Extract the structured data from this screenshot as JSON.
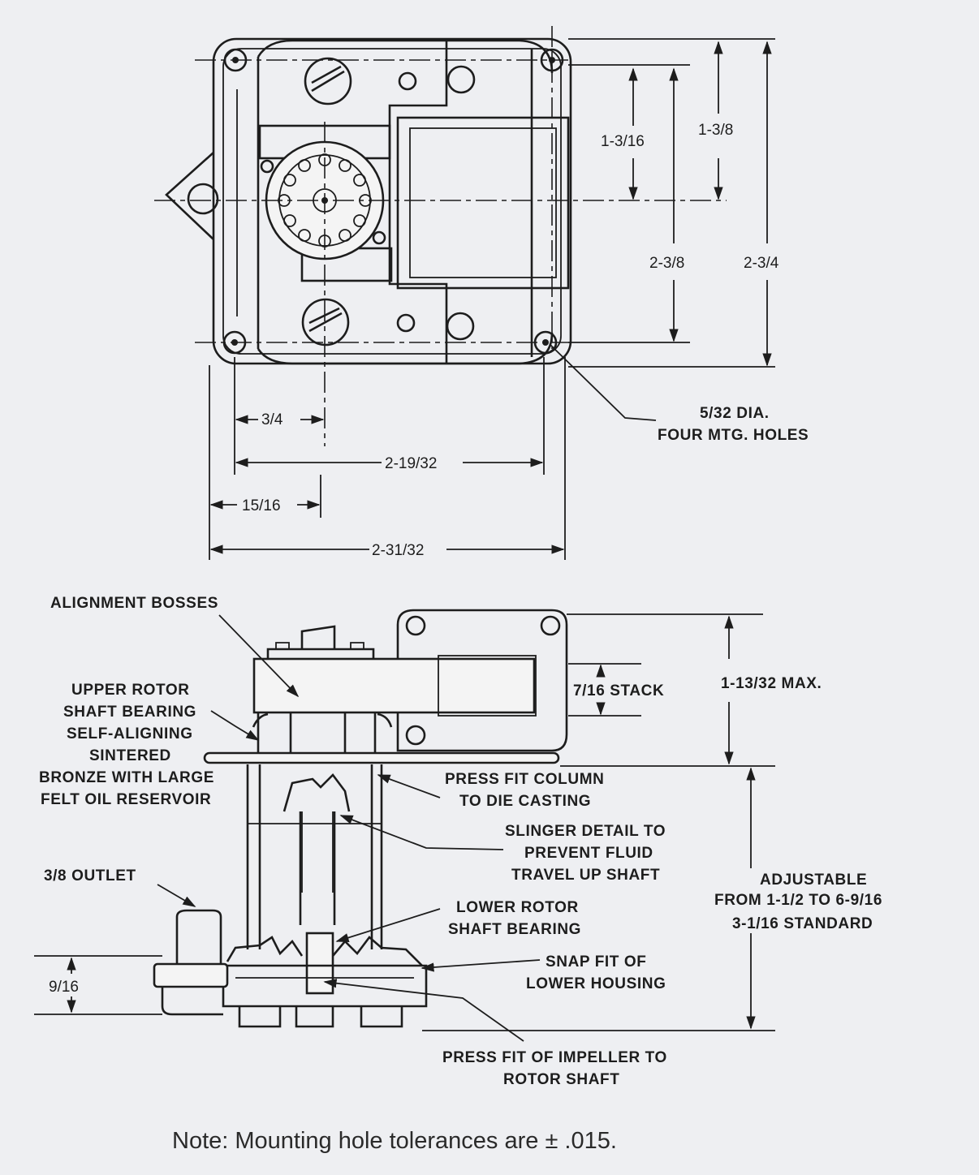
{
  "top_view": {
    "dims": {
      "d_1_3_16": "1-3/16",
      "d_1_3_8": "1-3/8",
      "d_2_3_8": "2-3/8",
      "d_2_3_4": "2-3/4",
      "d_3_4": "3/4",
      "d_2_19_32": "2-19/32",
      "d_15_16": "15/16",
      "d_2_31_32": "2-31/32"
    },
    "mounting_holes_line1": "5/32 DIA.",
    "mounting_holes_line2": "FOUR MTG. HOLES"
  },
  "side_view": {
    "alignment_bosses": "ALIGNMENT BOSSES",
    "upper_bearing_lines": [
      "UPPER ROTOR",
      "SHAFT BEARING",
      "SELF-ALIGNING",
      "SINTERED",
      "BRONZE WITH LARGE",
      "FELT OIL RESERVOIR"
    ],
    "press_fit_column_lines": [
      "PRESS FIT COLUMN",
      "TO DIE CASTING"
    ],
    "slinger_lines": [
      "SLINGER DETAIL TO",
      "PREVENT FLUID",
      "TRAVEL UP SHAFT"
    ],
    "outlet": "3/8 OUTLET",
    "lower_bearing_lines": [
      "LOWER ROTOR",
      "SHAFT BEARING"
    ],
    "snap_fit_lines": [
      "SNAP FIT OF",
      "LOWER HOUSING"
    ],
    "impeller_lines": [
      "PRESS FIT OF IMPELLER TO",
      "ROTOR SHAFT"
    ],
    "stack": "7/16 STACK",
    "max_height": "1-13/32 MAX.",
    "adjustable_lines": [
      "ADJUSTABLE",
      "FROM 1-1/2 TO 6-9/16",
      "3-1/16 STANDARD"
    ],
    "outlet_height": "9/16"
  },
  "note": "Note: Mounting hole tolerances are ± .015."
}
